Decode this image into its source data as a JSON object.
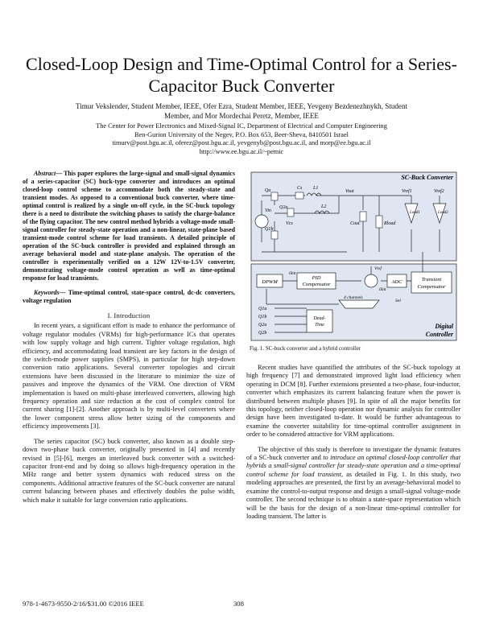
{
  "paper": {
    "title": "Closed-Loop Design and Time-Optimal Control for a Series-Capacitor Buck Converter",
    "authors_line1": "Timur Vekslender, Student Member, IEEE, Ofer Ezra, Student Member, IEEE, Yevgeny Bezdenezhnykh, Student",
    "authors_line2": "Member, and Mor Mordechai Peretz, Member, IEEE",
    "affiliation1": "The Center for Power Electronics and Mixed-Signal IC, Department of Electrical and Computer Engineering",
    "affiliation2": "Ben-Gurion University of the Negev, P.O. Box 653, Beer-Sheva, 8410501 Israel",
    "emails": "timurv@post.bgu.ac.il, oferez@post.bgu.ac.il, yevgenyb@post.bgu.ac.il, and morp@ee.bgu.ac.il",
    "website": "http://www.ee.bgu.ac.il/~pemic"
  },
  "abstract": {
    "lead": "Abstract",
    "text": "— This paper explores the large-signal and small-signal dynamics of a series-capacitor (SC) buck-type converter and introduces an optimal closed-loop control scheme to accommodate both the steady-state and transient modes. As opposed to a conventional buck converter, where time-optimal control is realized by a single on-off cycle, in the SC-buck topology there is a need to distribute the switching phases to satisfy the charge-balance of the flying capacitor. The new control method hybrids a voltage-mode small-signal controller for steady-state operation and a non-linear, state-plane based transient-mode control scheme for load transients. A detailed principle of operation of the SC-buck controller is provided and explained through an average behavioral model and state-plane analysis. The operation of the controller is experimentally verified on a 12W 12V-to-1.5V converter, demonstrating voltage-mode control operation as well as time-optimal response for load transients."
  },
  "keywords": {
    "lead": "Keywords",
    "text": "— Time-optimal control, state-space control, dc-dc converters, voltage regulation"
  },
  "intro": {
    "heading": "I. Introduction",
    "p1": "In recent years, a significant effort is made to enhance the performance of voltage regulator modules (VRMs) for high-performance ICs that operates with low supply voltage and high current. Tighter voltage regulation, high efficiency, and accommodating load transient are key factors in the design of the switch-mode power supplies (SMPS), in particular for high step-down conversion ratio applications. Several converter topologies and circuit extensions have been discussed in the literature to minimize the size of passives and improve the dynamics of the VRM. One direction of VRM implementation is based on multi-phase interleaved converters, allowing high frequency operation and size reduction at the cost of complex control for current sharing [1]-[2]. Another approach is by multi-level converters where the lower component stress allow better sizing of the components and efficiency improvements [3].",
    "p2": "The series capacitor (SC) buck converter, also known as a double step-down two-phase buck converter, originally presented in [4] and recently revised in [5]-[6], merges an interleaved buck converter with a switched-capacitor front-end and by doing so allows high-frequency operation in the MHz range and better system dynamics with reduced stress on the components. Additional attractive features of the SC-buck converter are natural current balancing between phases and effectively doubles the pulse width, which make it suitable for large conversion ratio applications.",
    "p3": "Recent studies have quantified the attributes of the SC-buck topology at high frequency [7] and demonstrated improved light load efficiency when operating in DCM [8]. Further extensions presented a two-phase, four-inductor, converter which emphasizes its current balancing feature when the power is distributed between multiple phases [9]. In spite of all the major benefits for this topology, neither closed-loop operation nor dynamic analysis for controller design have been investigated to-date. It would be further advantageous to examine the converter suitability for time-optimal controller assignment in order to be considered attractive for VRM applications.",
    "p4_a": "The objective of this study is therefore to investigate the dynamic features of a SC-buck converter and ",
    "p4_b": "to introduce an optimal closed-loop controller that hybrids a small-signal controller for steady-state operation and a time-optimal control scheme for load transient",
    "p4_c": ", as detailed in Fig. 1. In this study, two modeling approaches are presented, the first by an average-behavioral model to examine the control-to-output response and design a small-signal voltage-mode controller. The second technique is to obtain a state-space representation which will be the basis for the design of a non-linear time-optimal controller for loading transient. The latter is"
  },
  "figure": {
    "caption": "Fig. 1. SC-buck converter and a hybrid controller",
    "labels": {
      "sc_buck": "SC-Buck Converter",
      "digital1": "Digital",
      "digital2": "Controller",
      "pid1": "PID",
      "pid2": "Compensator",
      "adc": "ADC",
      "dpwm": "DPWM",
      "transient1": "Transient",
      "transient2": "Compensator",
      "deadtime1": "Dead-",
      "deadtime2": "Time",
      "channels": "4 channels",
      "bits1": "6bit",
      "bits2": "6bit",
      "sel": "Sel",
      "vin": "Vin",
      "vout": "Vout",
      "cs": "Cs",
      "cout": "Cout",
      "rload": "Rload",
      "l1": "L1",
      "l2": "L2",
      "qa": "Qa",
      "q1a": "Q1a",
      "q1b": "Q1b",
      "q2a": "Q2a",
      "q2b": "Q2b",
      "vref": "Vref",
      "vref1": "Vref1",
      "vref2": "Vref2",
      "vcs": "Vcs",
      "ref": "ref",
      "load1": "Load1",
      "load2": "Load2"
    }
  },
  "footer": {
    "left": "978-1-4673-9550-2/16/$31.00 ©2016 IEEE",
    "page": "308"
  }
}
